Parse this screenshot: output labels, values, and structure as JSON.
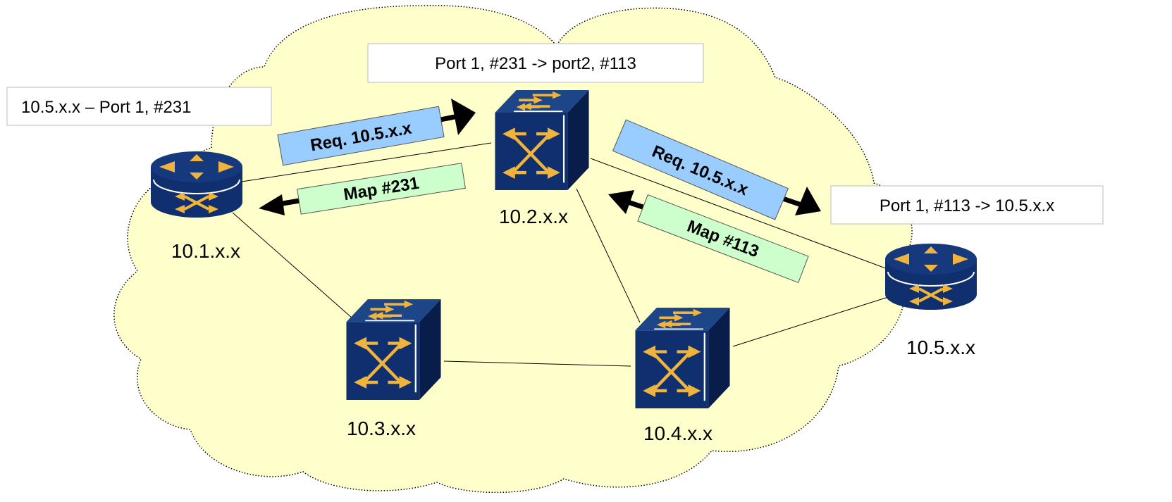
{
  "nodes": {
    "r1": {
      "label": "10.1.x.x",
      "icon": "router-icon"
    },
    "s2": {
      "label": "10.2.x.x",
      "icon": "switch-icon"
    },
    "s3": {
      "label": "10.3.x.x",
      "icon": "switch-icon"
    },
    "s4": {
      "label": "10.4.x.x",
      "icon": "switch-icon"
    },
    "r5": {
      "label": "10.5.x.x",
      "icon": "router-icon"
    }
  },
  "tables": {
    "r1": "10.5.x.x – Port 1, #231",
    "s2": "Port 1, #231 -> port2, #113",
    "r5": "Port 1, #113 -> 10.5.x.x"
  },
  "messages": {
    "req_left": "Req. 10.5.x.x",
    "map_left": "Map #231",
    "req_right": "Req. 10.5.x.x",
    "map_right": "Map #113"
  },
  "colors": {
    "cloud_fill": "#ffffcc",
    "device_navy": "#0f2f6e",
    "device_gold": "#f0b43c",
    "request_fill": "#99ccff",
    "mapping_fill": "#ccffcc"
  }
}
